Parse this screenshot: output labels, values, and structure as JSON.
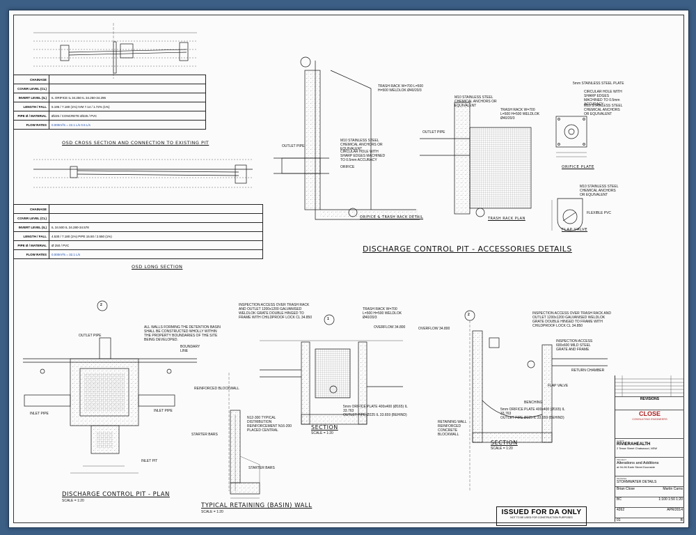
{
  "sheet": {
    "titles": {
      "osd_cross": "OSD CROSS SECTION AND CONNECTION TO EXISTING PIT",
      "osd_long": "OSD LONG SECTION",
      "accessories": "DISCHARGE CONTROL PIT - ACCESSORIES DETAILS",
      "orifice_trash": "ORIFICE & TRASH RACK DETAIL",
      "trash_plan": "TRASH RACK PLAN",
      "orifice_plate": "ORIFICE PLATE",
      "flap_valve": "FLAP VALVE",
      "pit_plan": "DISCHARGE CONTROL PIT - PLAN",
      "retaining": "TYPICAL RETAINING (BASIN) WALL",
      "section1": "SECTION",
      "section2": "SECTION",
      "scale_120": "SCALE = 1:20"
    },
    "schedule": {
      "rows": [
        "CHAINAGE",
        "COVER LEVEL (CL)",
        "INVERT LEVEL (IL)",
        "LENGTH / FALL",
        "PIPE Ø / MATERIAL",
        "FLOW RATES"
      ],
      "cross_values": [
        "",
        "",
        "IL ORIFICE IL 34.250     IL 34.250-34.296",
        "5.195 / 7.180 (1%)     IVM 7.14 / 1.72% (1%)",
        "Ø225 / CONCRETE     Ø225 / PVC",
        "0.000m³/s = 22.1 L/s     0.5 L/s"
      ],
      "long_values": [
        "",
        "",
        "IL 34.500     IL 34.280-34.578",
        "4.530 / 7.180 (1%)     PIPE 15.50 / 2.550 (1%)",
        "Ø 250 / PVC",
        "0.000m³/s = 32.1 L/s"
      ]
    },
    "notes": {
      "trash_rack": "TRASH RACK W=700 L=500 H=500 WELDLOK Ø40/20/3",
      "anchors": "M10 STAINLESS STEEL CHEMICAL ANCHORS OR EQUIVALENT",
      "circular_hole": "CIRCULAR HOLE WITH SHARP EDGES MACHINED TO 0.5mm ACCURACY",
      "outlet_pipe": "OUTLET PIPE",
      "orifice": "ORIFICE",
      "plate": "5mm STAINLESS STEEL PLATE",
      "flexible_pvc": "FLEXIBLE PVC",
      "walls_note": "ALL WALLS FORMING THE DETENTION BASIN SHALL BE CONSTRUCTED WHOLLY WITHIN THE PROPERTY BOUNDARIES OF THE SITE BEING DEVELOPED.",
      "boundary": "BOUNDARY LINE",
      "inlet_pipe": "INLET PIPE",
      "inlet_pit": "INLET PIT",
      "reinforced_blockwall": "REINFORCED BLOCKWALL",
      "n12": "N12-300 TYPICAL DISTRIBUTION REINFORCEMENT N16-200 PLACED CENTRAL",
      "starter": "STARTER BARS",
      "inspection1": "INSPECTION ACCESS OVER TRASH RACK AND OUTLET 1200x1200 GALVANISED WELDLOK GRATE DOUBLE HINGED TO FRAME WITH CHILDPROOF LOCK CL 34.850",
      "inspection2": "INSPECTION ACCESS OVER TRASH RACK AND OUTLET 1200x1200 GALVANISED WELDLOK GRATE DOUBLE HINGED TO FRAME WITH CHILDPROOF LOCK CL 34.850",
      "inspection3": "INSPECTION ACCESS 600x600 MILD STEEL GRATE AND FRAME",
      "overflow": "OVERFLOW 34.800",
      "return_chamber": "RETURN CHAMBER",
      "flap_valve_note": "FLAP VALVE",
      "benching": "BENCHING",
      "retaining_wall": "RETAINING WALL REINFORCED CONCRETE BLOCKWALL",
      "orifice_plate_note": "5mm ORIFICE PLATE 400x400 (Ø165) IL 33.763",
      "outlet_pipe_note": "OUTLET PIPE Ø225 IL 33.659 (BEHIND)",
      "section_numbers": [
        "1",
        "2"
      ]
    },
    "title_block": {
      "revisions": "REVISIONS",
      "company": "CLOSE",
      "company_sub": "CONSULTING ENGINEERS",
      "client_cap": "CLIENT",
      "client": "RIVIERAHEALTH",
      "client_addr": "2 Tesse Street Chatswood, NSW",
      "project_cap": "PROJECT",
      "project": "Alterations and Additions",
      "project_addr": "at 94-96 Earle Street Doonside",
      "drawing_cap": "DRAWING",
      "drawing": "STORMWATER DETAILS",
      "engineer": "Brian Close",
      "drawn": "Martin Carns",
      "checked": "BC",
      "scale": "1:100 1:50 1:20",
      "project_no": "4262",
      "date": "APR/2014",
      "sheet": "01",
      "revision": "B"
    },
    "issued": {
      "main": "ISSUED FOR DA ONLY",
      "sub": "NOT TO BE USED FOR CONSTRUCTION PURPOSES"
    }
  }
}
